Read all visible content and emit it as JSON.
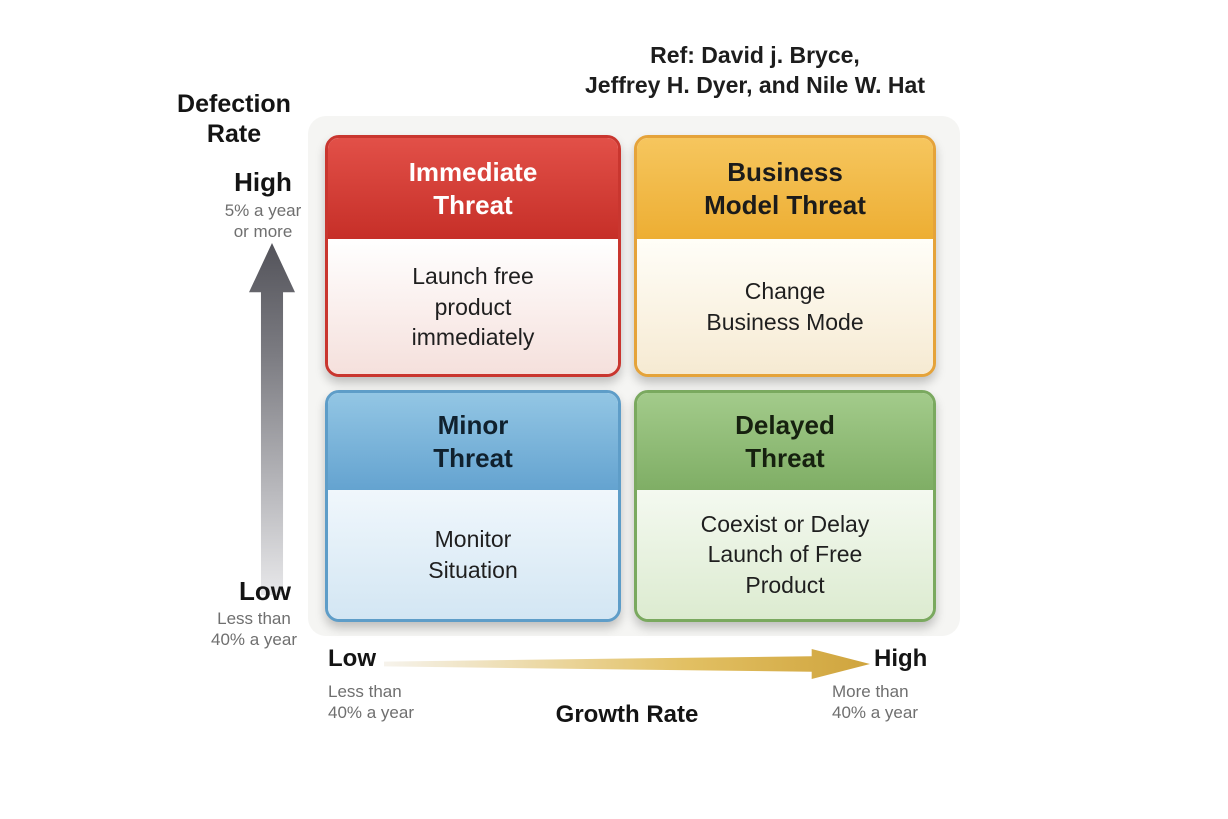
{
  "reference": {
    "line1": "Ref: David j. Bryce,",
    "line2": "Jeffrey H. Dyer, and Nile W. Hat"
  },
  "y_axis": {
    "title": "Defection\nRate",
    "high": {
      "label": "High",
      "sub": "5% a year\nor more"
    },
    "low": {
      "label": "Low",
      "sub": "Less than\n40% a year"
    }
  },
  "x_axis": {
    "title": "Growth Rate",
    "low": {
      "label": "Low",
      "sub": "Less than\n40% a year"
    },
    "high": {
      "label": "High",
      "sub": "More than\n40% a year"
    }
  },
  "quadrants": [
    {
      "id": "immediate-threat",
      "title": "Immediate\nThreat",
      "body": "Launch free\nproduct\nimmediately",
      "colors": {
        "border": "#c9362f",
        "header_start": "#e25048",
        "header_end": "#c62f28",
        "title_text": "#ffffff",
        "body_start": "#ffffff",
        "body_end": "#f5e0dc"
      }
    },
    {
      "id": "business-model-threat",
      "title": "Business\nModel Threat",
      "body": "Change\nBusiness Mode",
      "colors": {
        "border": "#e5a33a",
        "header_start": "#f6c65e",
        "header_end": "#edae33",
        "title_text": "#1b1b1b",
        "body_start": "#fffef8",
        "body_end": "#f6ead2"
      }
    },
    {
      "id": "minor-threat",
      "title": "Minor\nThreat",
      "body": "Monitor\nSituation",
      "colors": {
        "border": "#5e9dc8",
        "header_start": "#93c6e4",
        "header_end": "#64a3d0",
        "title_text": "#10212e",
        "body_start": "#f0f7fc",
        "body_end": "#d3e6f3"
      }
    },
    {
      "id": "delayed-threat",
      "title": "Delayed\nThreat",
      "body": "Coexist or Delay\nLaunch of Free\nProduct",
      "colors": {
        "border": "#7aa95f",
        "header_start": "#a3cb8b",
        "header_end": "#7fae65",
        "title_text": "#16210f",
        "body_start": "#f4f9f0",
        "body_end": "#dcebd0"
      }
    }
  ],
  "arrow_colors": {
    "vertical_top": "#53535a",
    "vertical_bottom": "#e8e8ea",
    "horizontal_left": "#f6f3ec",
    "horizontal_right": "#cfa43d"
  }
}
